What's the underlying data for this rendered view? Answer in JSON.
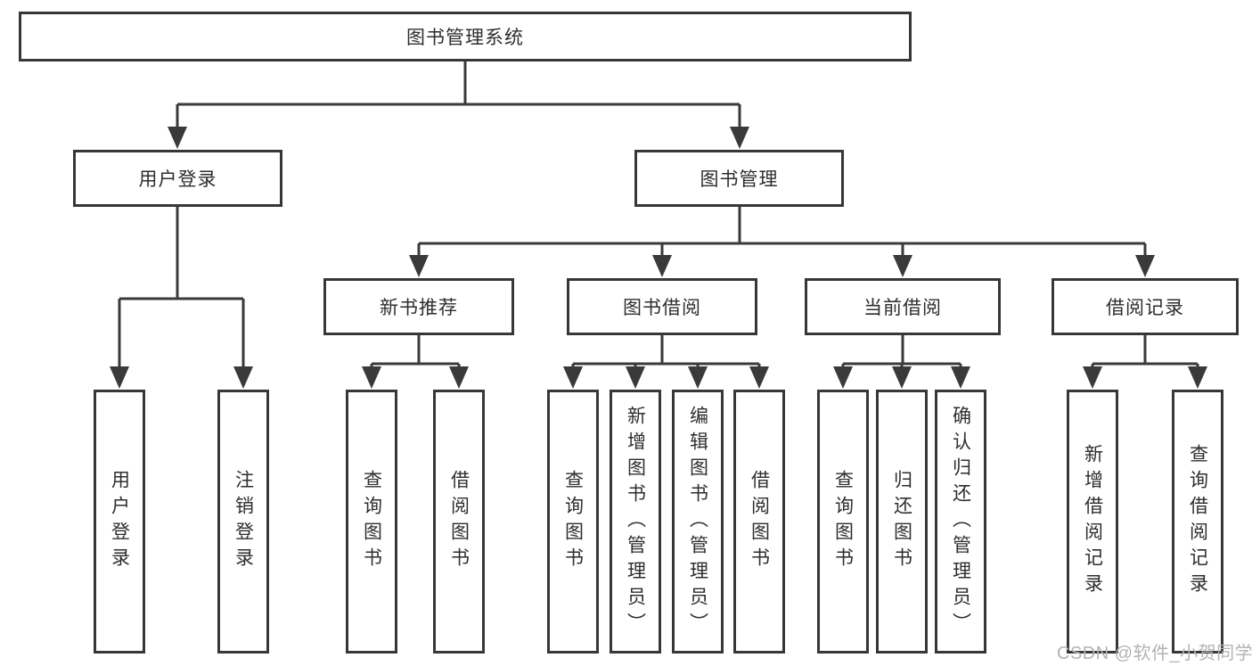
{
  "nodes": {
    "root": "图书管理系统",
    "user_login": "用户登录",
    "book_mgmt": "图书管理",
    "new_book_rec": "新书推荐",
    "book_borrow": "图书借阅",
    "current_borrow": "当前借阅",
    "borrow_record": "借阅记录",
    "leaf_user_login": "用户登录",
    "leaf_logout": "注销登录",
    "leaf_rec_query": "查询图书",
    "leaf_rec_borrow": "借阅图书",
    "leaf_bb_query": "查询图书",
    "leaf_bb_add": "新增图书（管理员）",
    "leaf_bb_edit": "编辑图书（管理员）",
    "leaf_bb_borrow": "借阅图书",
    "leaf_cb_query": "查询图书",
    "leaf_cb_return": "归还图书",
    "leaf_cb_confirm": "确认归还（管理员）",
    "leaf_br_add": "新增借阅记录",
    "leaf_br_query": "查询借阅记录"
  },
  "watermark": "CSDN @软件_小贺同学",
  "colors": {
    "line": "#3a3a3a",
    "border": "#373737",
    "text": "#2e2e2e",
    "watermark": "#b3b3b3",
    "background": "#ffffff"
  }
}
